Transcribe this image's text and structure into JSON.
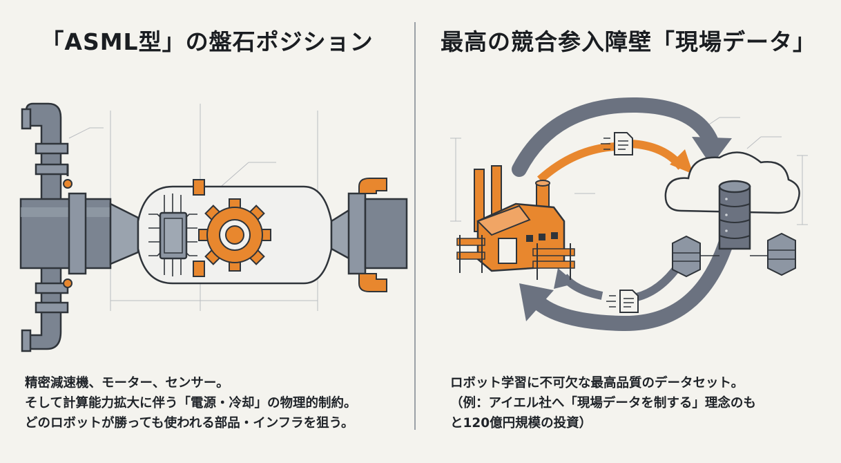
{
  "left": {
    "title": "「ASML型」の盤石ポジション",
    "lines": [
      "精密減速機、モーター、センサー。",
      "そして計算能力拡大に伴う「電源・冷却」の物理的制約。",
      "どのロボットが勝っても使われる部品・インフラを狙う。"
    ]
  },
  "right": {
    "title": "最高の競合参入障壁「現場データ」",
    "lines": [
      "ロボット学習に不可欠な最高品質のデータセット。",
      "（例：アイエル社へ「現場データを制する」理念のも",
      "と120億円規模の投資）"
    ]
  },
  "icons": [
    "pipe-icon",
    "valve-icon",
    "chip-icon",
    "gear-icon",
    "factory-icon",
    "document-icon",
    "cloud-icon",
    "database-icon",
    "server-icon",
    "barrier-icon"
  ],
  "colors": {
    "accent": "#e8872e",
    "steel": "#6b7280",
    "dark": "#2f343a"
  }
}
